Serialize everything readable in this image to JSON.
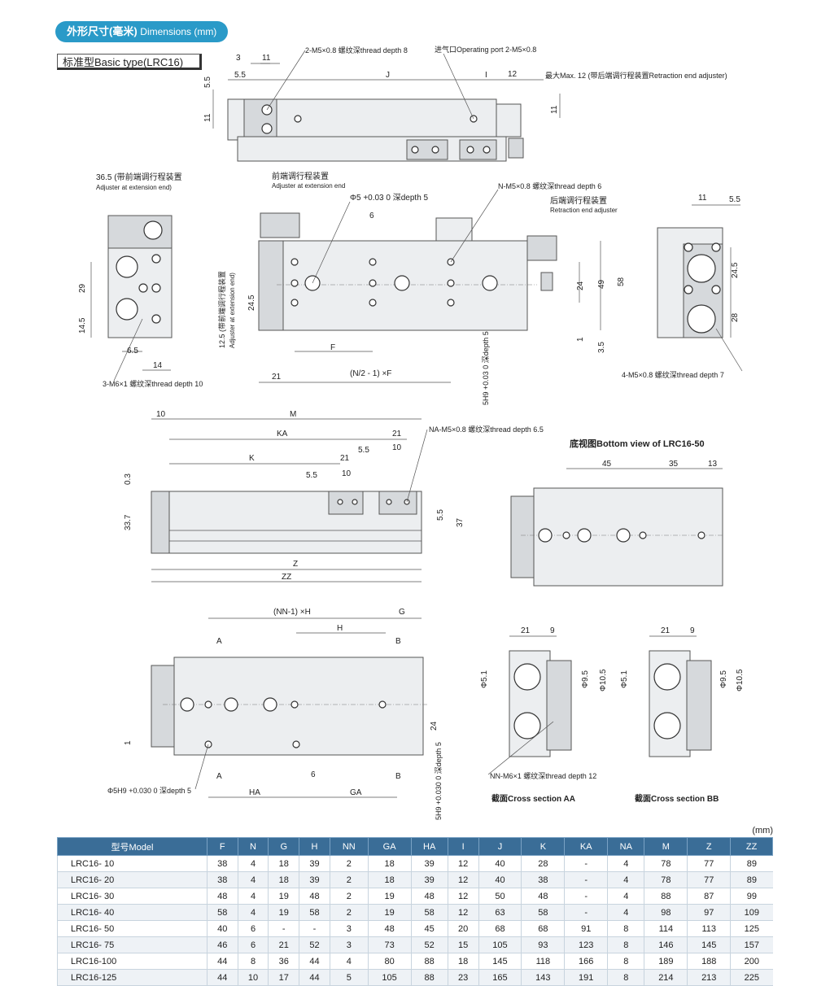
{
  "header": {
    "title_cn": "外形尺寸(毫米)",
    "title_en": "Dimensions (mm)"
  },
  "subtitle": "标准型Basic type(LRC16)",
  "labels": {
    "top_view": {
      "d3": "3",
      "d11a": "11",
      "d55a": "5.5",
      "d55b": "5.5",
      "d11b": "11",
      "J": "J",
      "I": "I",
      "d12": "12",
      "d11c": "11",
      "thread": "2-M5×0.8 螺纹深thread depth 8",
      "port": "进气口Operating port 2-M5×0.8",
      "max": "最大Max. 12 (带后端调行程装置Retraction end adjuster)"
    },
    "side_view": {
      "d365": "36.5 (带前端调行程装置",
      "adj_ext": "Adjuster at extension end)",
      "d29": "29",
      "d145": "14.5",
      "d65": "6.5",
      "d14": "14",
      "m6": "3-M6×1 螺纹深thread depth 10"
    },
    "front_view": {
      "front_adj_cn": "前端调行程装置",
      "front_adj_en": "Adjuster at extension end",
      "phi5": "Φ5 +0.03 0 深depth 5",
      "nm5": "N-M5×0.8 螺纹深thread depth 6",
      "rear_adj_cn": "后端调行程装置",
      "rear_adj_en": "Retraction end adjuster",
      "d6": "6",
      "d125": "12.5 (带前端调行程装置",
      "d125en": "Adjuster at extension end)",
      "d245": "24.5",
      "F": "F",
      "d21": "21",
      "nformula": "(N/2 - 1) ×F",
      "d24": "24",
      "d49": "49",
      "d58": "58",
      "d1": "1",
      "d35": "3.5",
      "h9": "5H9 +0.03 0 深depth 5"
    },
    "right_view": {
      "d11": "11",
      "d55": "5.5",
      "d245": "24.5",
      "d28": "28",
      "m5": "4-M5×0.8 螺纹深thread depth 7"
    },
    "lower_view": {
      "d10": "10",
      "M": "M",
      "KA": "KA",
      "d21a": "21",
      "NA": "NA-M5×0.8 螺纹深thread depth 6.5",
      "K": "K",
      "d21b": "21",
      "d55a": "5.5",
      "d10b": "10",
      "d55b": "5.5",
      "d10c": "10",
      "d03": "0.3",
      "d337": "33.7",
      "d55c": "5.5",
      "d37": "37",
      "Z": "Z",
      "ZZ": "ZZ"
    },
    "bottom_view": {
      "title": "底视图Bottom view of LRC16-50",
      "d45": "45",
      "d35": "35",
      "d13": "13"
    },
    "section_view": {
      "nn": "(NN-1) ×H",
      "G": "G",
      "H": "H",
      "A": "A",
      "B": "B",
      "d24": "24",
      "d1": "1",
      "d6": "6",
      "HA": "HA",
      "GA": "GA",
      "h9": "Φ5H9 +0.030 0 深depth 5",
      "h9b": "5H9 +0.030 0 深depth 5"
    },
    "cross_sections": {
      "d21a": "21",
      "d9a": "9",
      "d21b": "21",
      "d9b": "9",
      "phi51a": "Φ5.1",
      "phi95a": "Φ9.5",
      "phi105a": "Φ10.5",
      "phi51b": "Φ5.1",
      "phi95b": "Φ9.5",
      "phi105b": "Φ10.5",
      "nn_m6": "NN-M6×1 螺纹深thread depth 12",
      "aa": "截面Cross section AA",
      "bb": "截面Cross section BB"
    }
  },
  "table": {
    "unit": "(mm)",
    "headers": [
      "型号Model",
      "F",
      "N",
      "G",
      "H",
      "NN",
      "GA",
      "HA",
      "I",
      "J",
      "K",
      "KA",
      "NA",
      "M",
      "Z",
      "ZZ"
    ],
    "rows": [
      [
        "LRC16- 10",
        "38",
        "4",
        "18",
        "39",
        "2",
        "18",
        "39",
        "12",
        "40",
        "28",
        "-",
        "4",
        "78",
        "77",
        "89"
      ],
      [
        "LRC16- 20",
        "38",
        "4",
        "18",
        "39",
        "2",
        "18",
        "39",
        "12",
        "40",
        "38",
        "-",
        "4",
        "78",
        "77",
        "89"
      ],
      [
        "LRC16- 30",
        "48",
        "4",
        "19",
        "48",
        "2",
        "19",
        "48",
        "12",
        "50",
        "48",
        "-",
        "4",
        "88",
        "87",
        "99"
      ],
      [
        "LRC16- 40",
        "58",
        "4",
        "19",
        "58",
        "2",
        "19",
        "58",
        "12",
        "63",
        "58",
        "-",
        "4",
        "98",
        "97",
        "109"
      ],
      [
        "LRC16- 50",
        "40",
        "6",
        "-",
        "-",
        "3",
        "48",
        "45",
        "20",
        "68",
        "68",
        "91",
        "8",
        "114",
        "113",
        "125"
      ],
      [
        "LRC16- 75",
        "46",
        "6",
        "21",
        "52",
        "3",
        "73",
        "52",
        "15",
        "105",
        "93",
        "123",
        "8",
        "146",
        "145",
        "157"
      ],
      [
        "LRC16-100",
        "44",
        "8",
        "36",
        "44",
        "4",
        "80",
        "88",
        "18",
        "145",
        "118",
        "166",
        "8",
        "189",
        "188",
        "200"
      ],
      [
        "LRC16-125",
        "44",
        "10",
        "17",
        "44",
        "5",
        "105",
        "88",
        "23",
        "165",
        "143",
        "191",
        "8",
        "214",
        "213",
        "225"
      ]
    ]
  }
}
